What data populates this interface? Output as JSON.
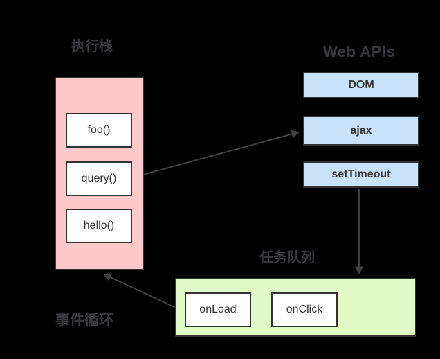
{
  "background_color": "#000000",
  "execution_stack": {
    "label": "执行栈",
    "items": [
      "foo()",
      "query()",
      "hello()"
    ]
  },
  "web_apis": {
    "label": "Web APIs",
    "items": [
      "DOM",
      "ajax",
      "setTimeout"
    ]
  },
  "task_queue": {
    "label": "任务队列",
    "items": [
      "onLoad",
      "onClick"
    ]
  },
  "event_loop": {
    "label": "事件循环"
  },
  "colors": {
    "execution_stack_fill": "#ffc9cc",
    "web_api_fill": "#c9e3fa",
    "task_queue_fill": "#e1fac8",
    "inner_box_fill": "#ffffff",
    "border": "#333333",
    "title_text": "#37393c",
    "arrow": "#404040"
  },
  "arrows": [
    {
      "from": "query()",
      "to": "ajax"
    },
    {
      "from": "setTimeout",
      "to": "task-queue"
    },
    {
      "from": "task-queue",
      "to": "execution-stack"
    }
  ]
}
